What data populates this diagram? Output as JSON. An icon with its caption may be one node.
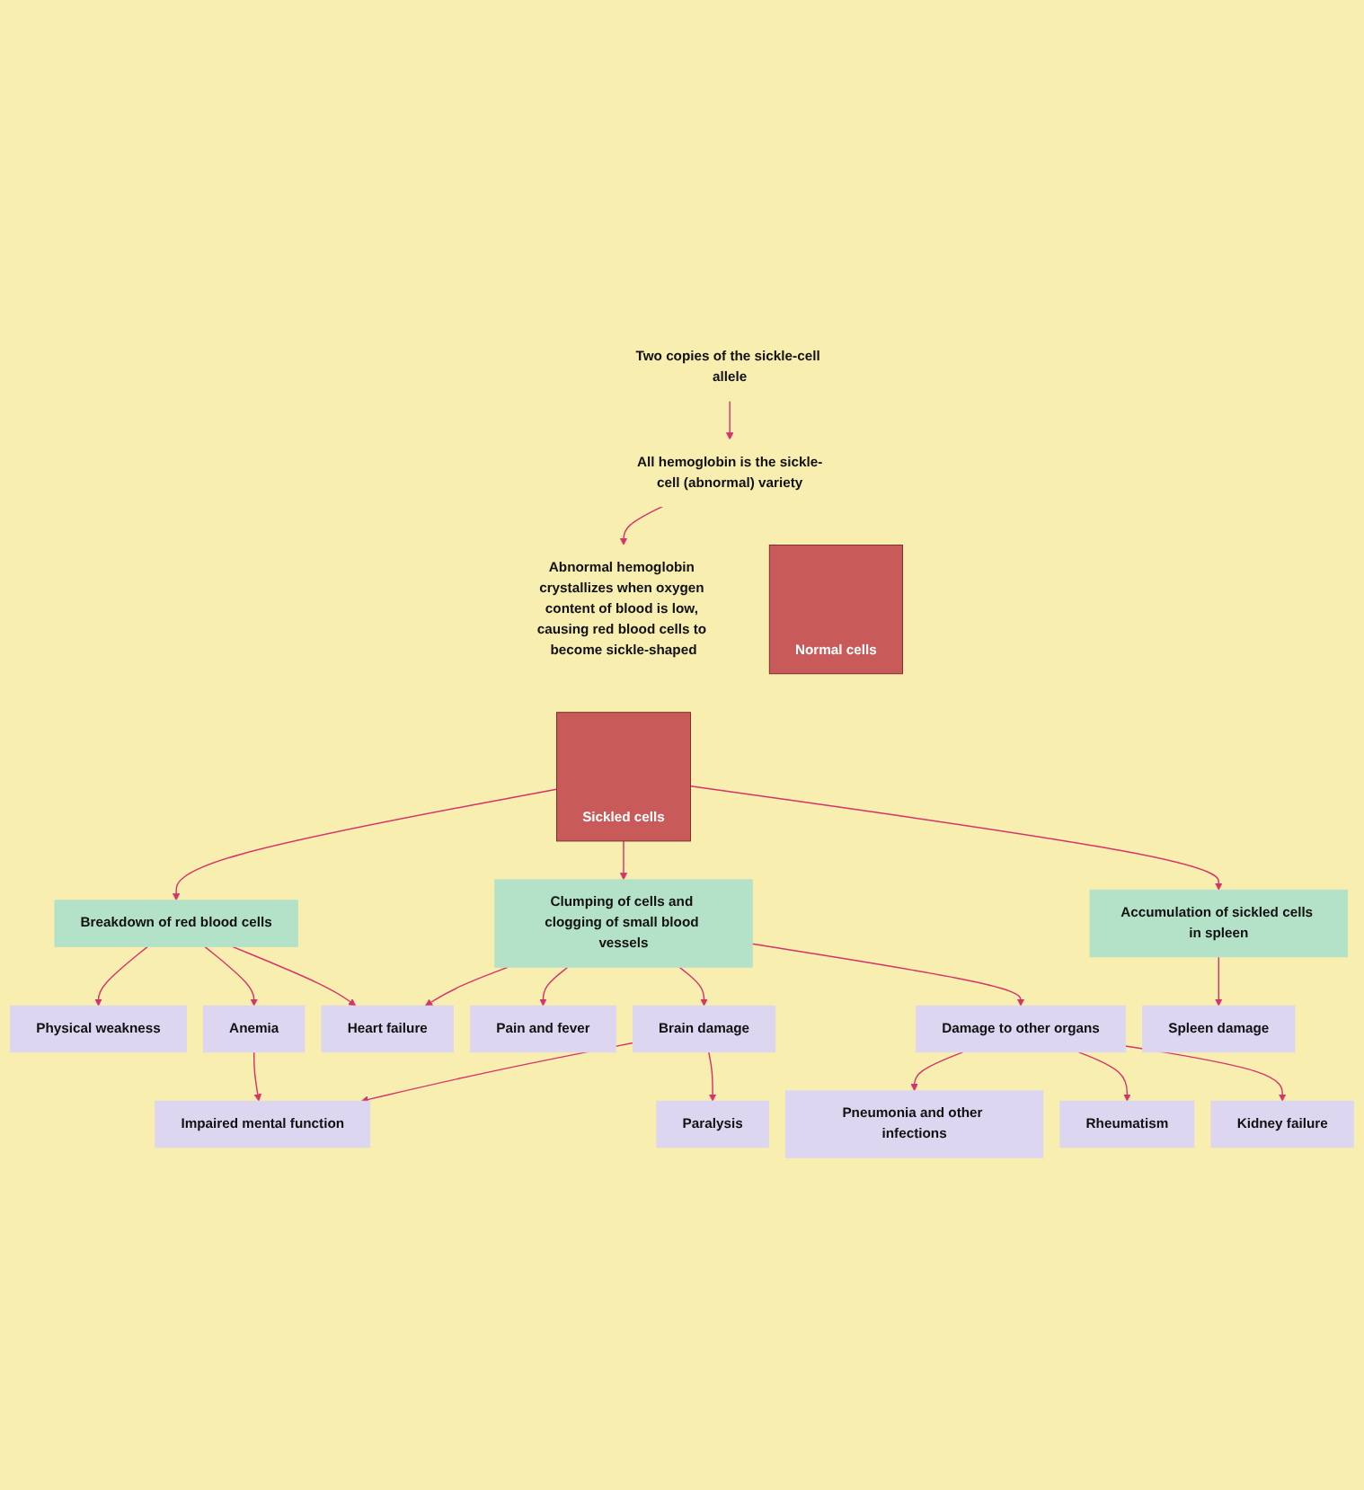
{
  "diagram": {
    "nodes": [
      {
        "text": [
          "Two copies of the sickle-cell allele"
        ]
      },
      {
        "text": [
          "All hemoglobin is the sickle-cell (abnormal) variety"
        ]
      },
      {
        "text": [
          "Abnormal hemoglobin crystallizes when oxygen content of blood is low, causing red blood cells to become sickle-shaped"
        ]
      },
      {
        "text": [
          "Normal cells"
        ]
      },
      {
        "text": [
          "Sickled cells"
        ]
      },
      {
        "text": [
          "Breakdown of red blood cells"
        ]
      },
      {
        "text": [
          "Clumping of cells and clogging of small blood vessels"
        ]
      },
      {
        "text": [
          "Accumulation of sickled cells in spleen"
        ]
      },
      {
        "text": [
          "Physical weakness"
        ]
      },
      {
        "text": [
          "Anemia"
        ]
      },
      {
        "text": [
          "Heart failure"
        ]
      },
      {
        "text": [
          "Pain and fever"
        ]
      },
      {
        "text": [
          "Brain damage"
        ]
      },
      {
        "text": [
          "Damage to other organs"
        ]
      },
      {
        "text": [
          "Spleen damage"
        ]
      },
      {
        "text": [
          "Impaired mental function"
        ]
      },
      {
        "text": [
          "Paralysis"
        ]
      },
      {
        "text": [
          "Pneumonia and other infections"
        ]
      },
      {
        "text": [
          "Rheumatism"
        ]
      },
      {
        "text": [
          "Kidney failure"
        ]
      }
    ],
    "edges": [
      {
        "from": 0,
        "to": 1,
        "arrow": "to"
      },
      {
        "from": 1,
        "to": 2,
        "arrow": "to"
      },
      {
        "from": 4,
        "to": 5,
        "arrow": "to"
      },
      {
        "from": 4,
        "to": 6,
        "arrow": "to"
      },
      {
        "from": 4,
        "to": 7,
        "arrow": "to"
      },
      {
        "from": 5,
        "to": 8,
        "arrow": "to"
      },
      {
        "from": 5,
        "to": 9,
        "arrow": "to"
      },
      {
        "from": 5,
        "to": 10,
        "arrow": "to"
      },
      {
        "from": 6,
        "to": 10,
        "arrow": "to"
      },
      {
        "from": 6,
        "to": 11,
        "arrow": "to"
      },
      {
        "from": 6,
        "to": 12,
        "arrow": "to"
      },
      {
        "from": 6,
        "to": 13,
        "arrow": "to"
      },
      {
        "from": 7,
        "to": 14,
        "arrow": "to"
      },
      {
        "from": 9,
        "to": 15,
        "arrow": "to"
      },
      {
        "from": 12,
        "to": 15,
        "arrow": "to"
      },
      {
        "from": 12,
        "to": 16,
        "arrow": "to"
      },
      {
        "from": 13,
        "to": 17,
        "arrow": "to"
      },
      {
        "from": 13,
        "to": 18,
        "arrow": "to"
      },
      {
        "from": 13,
        "to": 19,
        "arrow": "to"
      }
    ]
  }
}
